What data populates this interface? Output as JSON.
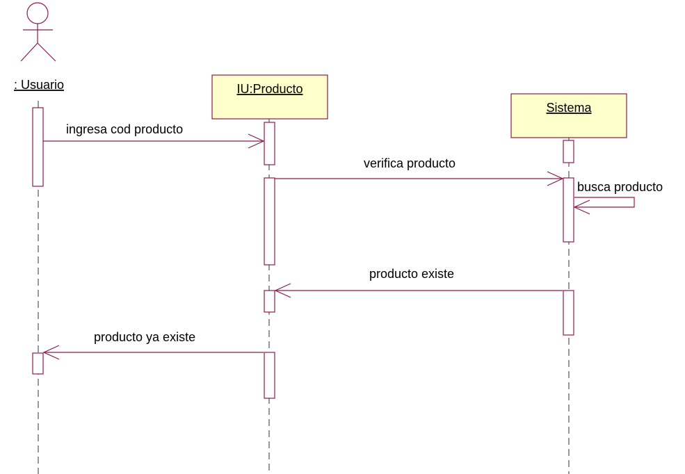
{
  "colors": {
    "line": "#8b1a4a",
    "box_fill": "#ffffcc",
    "text": "#000000"
  },
  "participants": [
    {
      "id": "usuario",
      "label": ": Usuario",
      "kind": "actor"
    },
    {
      "id": "iu",
      "label": "IU:Producto",
      "kind": "object"
    },
    {
      "id": "sistema",
      "label": "Sistema",
      "kind": "object"
    }
  ],
  "messages": [
    {
      "label": "ingresa cod producto",
      "from": "usuario",
      "to": "iu"
    },
    {
      "label": "verifica producto",
      "from": "iu",
      "to": "sistema"
    },
    {
      "label": "busca producto",
      "from": "sistema",
      "to": "sistema"
    },
    {
      "label": "producto existe",
      "from": "sistema",
      "to": "iu"
    },
    {
      "label": "producto ya existe",
      "from": "iu",
      "to": "usuario"
    }
  ]
}
